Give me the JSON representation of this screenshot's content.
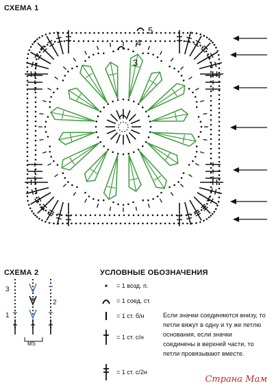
{
  "scheme1": {
    "title": "СХЕМА 1",
    "round_labels": [
      "3",
      "4",
      "5"
    ]
  },
  "scheme2": {
    "title": "СХЕМА 2",
    "row_labels": [
      "3",
      "2",
      "1"
    ],
    "ms_label": "MS"
  },
  "legend": {
    "title": "УСЛОВНЫЕ ОБОЗНАЧЕНИЯ",
    "items": [
      {
        "symbol": "chain-dot-icon",
        "text": "= 1 возд. п."
      },
      {
        "symbol": "slip-stitch-icon",
        "text": "= 1 соед. ст."
      },
      {
        "symbol": "single-crochet-icon",
        "text": "= 1 ст. б/н"
      },
      {
        "symbol": "double-crochet-icon",
        "text": "= 1 ст. с/н"
      },
      {
        "symbol": "treble-crochet-icon",
        "text": "= 1 ст. с/2н"
      }
    ],
    "note": "Если значки соединяются внизу, то петли вяжут в одну и ту же петлю основания, если значки соединены в верхней части, то петли провязывают вместе."
  },
  "watermark": "Страна Мам",
  "colors": {
    "green": "#3c9a3c",
    "black": "#111111",
    "blue": "#4a78b8",
    "watermark": "#c02a2a"
  }
}
